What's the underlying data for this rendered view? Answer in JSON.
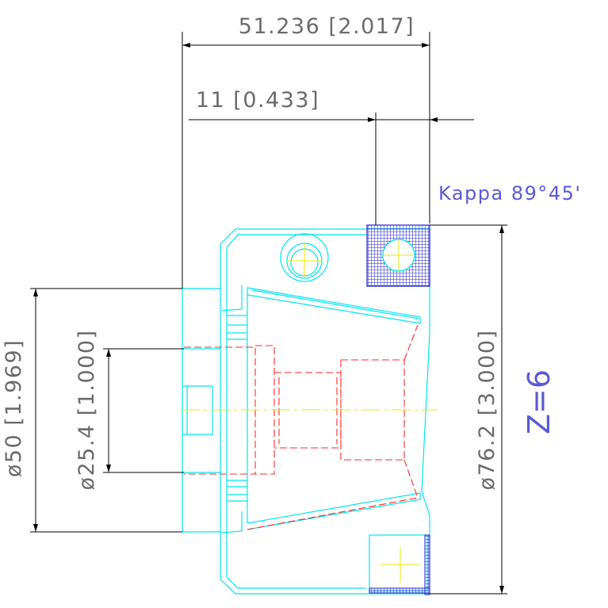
{
  "dimensions": {
    "overall_length": "51.236 [2.017]",
    "step_length": "11 [0.433]",
    "shank_diameter": "ø50 [1.969]",
    "bore_diameter": "ø25.4 [1.000]",
    "cutter_diameter": "ø76.2 [3.000]"
  },
  "annotations": {
    "kappa": "Kappa 89°45'",
    "teeth": "Z=6"
  },
  "colors": {
    "outline": "#00e5ee",
    "hidden_lines": "#ff2a2a",
    "centerline": "#e8e800",
    "dimension": "#000000",
    "dimension_text": "#6b6b6b",
    "insert_hatch": "#2222cc",
    "annotation": "#5a5ad6"
  }
}
